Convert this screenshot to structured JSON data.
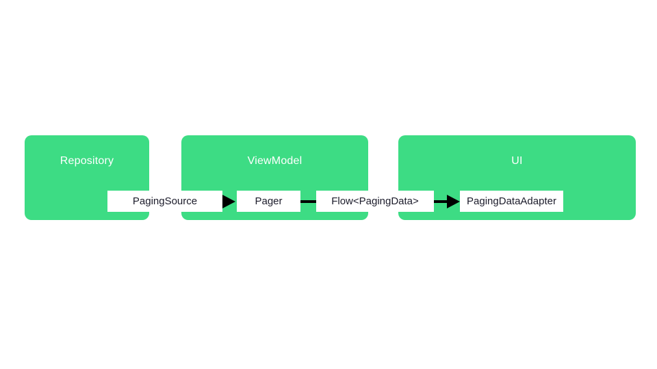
{
  "diagram": {
    "type": "flow",
    "background_color": "#ffffff",
    "group_color": "#3DDC84",
    "node_color": "#ffffff",
    "connector_color": "#000000",
    "groups": [
      {
        "id": "repository",
        "label": "Repository"
      },
      {
        "id": "viewmodel",
        "label": "ViewModel"
      },
      {
        "id": "ui",
        "label": "UI"
      }
    ],
    "nodes": [
      {
        "id": "pagingsource",
        "label": "PagingSource"
      },
      {
        "id": "pager",
        "label": "Pager"
      },
      {
        "id": "flowpagingdata",
        "label": "Flow<PagingData>"
      },
      {
        "id": "pagingdataadapter",
        "label": "PagingDataAdapter"
      }
    ],
    "connectors": [
      {
        "id": "pagingsource-to-pager",
        "from": "pagingsource",
        "to": "pager",
        "style": "arrow"
      },
      {
        "id": "pager-to-flow",
        "from": "pager",
        "to": "flowpagingdata",
        "style": "line"
      },
      {
        "id": "flow-to-adapter",
        "from": "flowpagingdata",
        "to": "pagingdataadapter",
        "style": "arrow"
      }
    ]
  }
}
